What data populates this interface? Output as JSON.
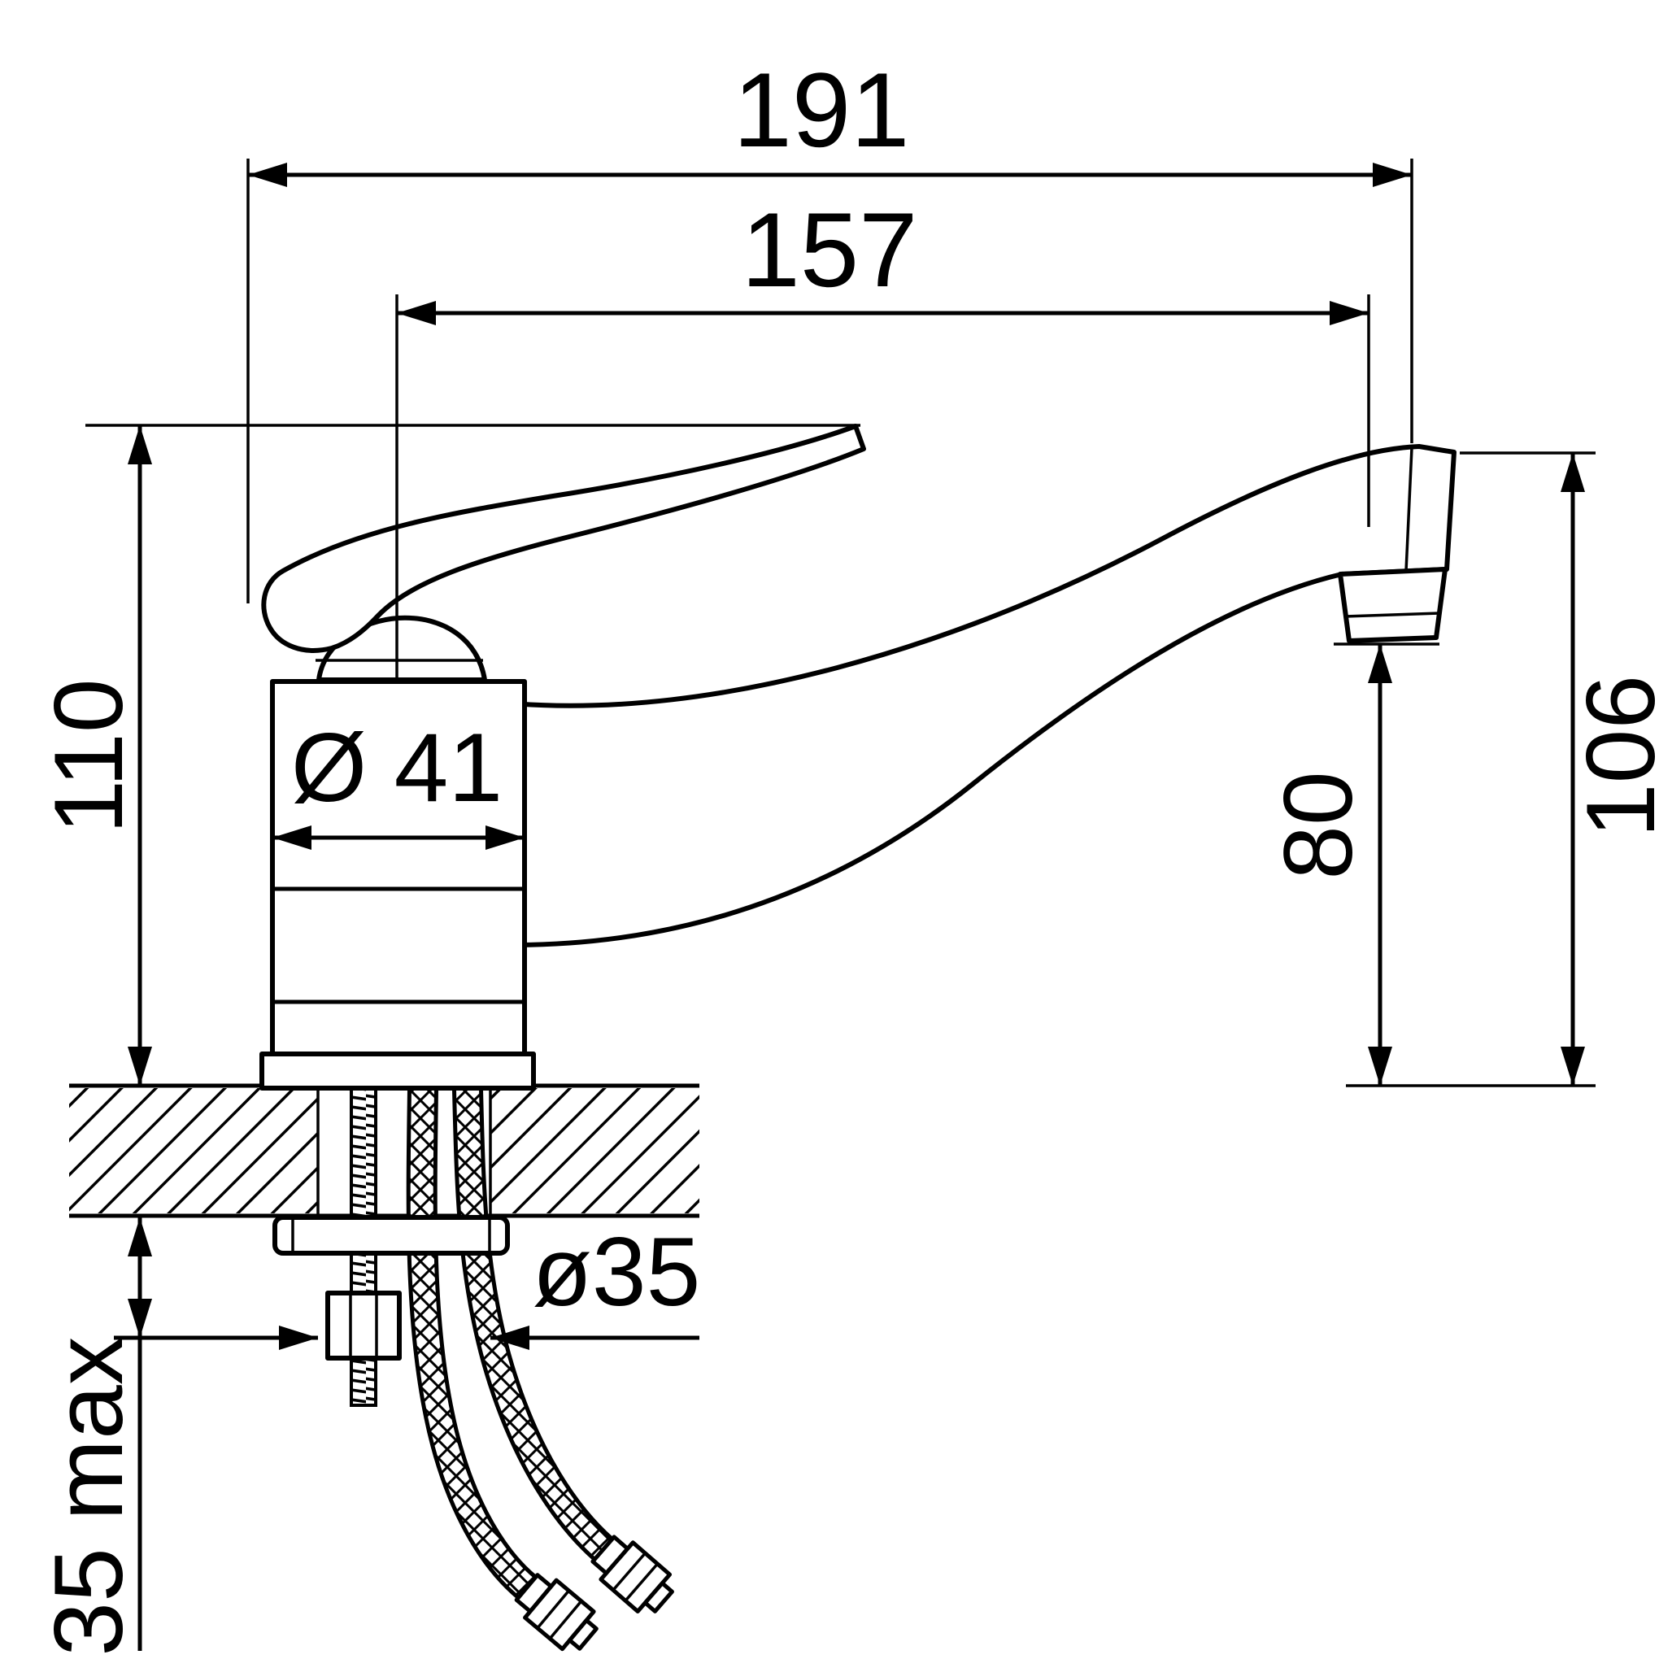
{
  "drawing": {
    "title": "single-lever-sink-mixer-dimension-drawing",
    "colors": {
      "line": "#000000",
      "background": "#ffffff"
    },
    "dimensions": {
      "overall_width": "191",
      "spout_reach": "157",
      "body_height": "110",
      "body_diameter": "Ø 41",
      "spout_end_height": "106",
      "outlet_height": "80",
      "hole_diameter": "ø35",
      "max_mount_thickness": "35 max"
    }
  }
}
